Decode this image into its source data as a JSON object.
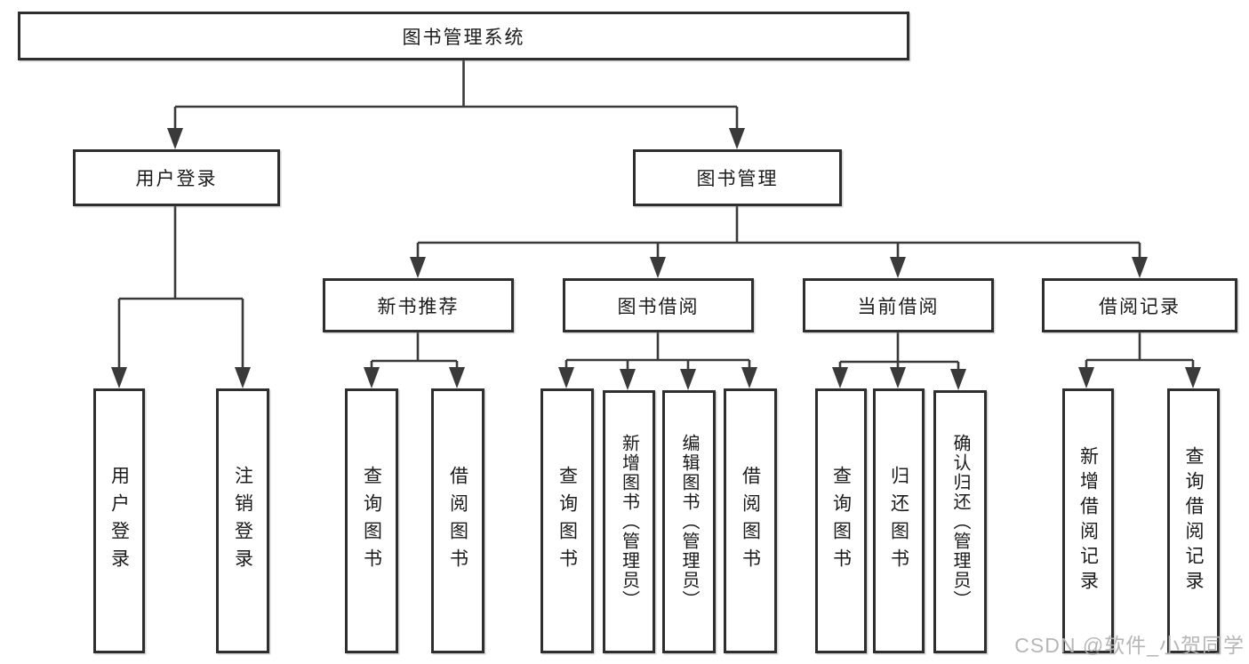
{
  "diagram_title": "图书管理系统",
  "tree": {
    "root": {
      "label": "图书管理系统"
    },
    "children": [
      {
        "label": "用户登录",
        "children": [
          {
            "label": "用户登录"
          },
          {
            "label": "注销登录"
          }
        ]
      },
      {
        "label": "图书管理",
        "children": [
          {
            "label": "新书推荐",
            "children": [
              {
                "label": "查询图书"
              },
              {
                "label": "借阅图书"
              }
            ]
          },
          {
            "label": "图书借阅",
            "children": [
              {
                "label": "查询图书"
              },
              {
                "label": "新增图书（管理员）"
              },
              {
                "label": "编辑图书（管理员）"
              },
              {
                "label": "借阅图书"
              }
            ]
          },
          {
            "label": "当前借阅",
            "children": [
              {
                "label": "查询图书"
              },
              {
                "label": "归还图书"
              },
              {
                "label": "确认归还（管理员）"
              }
            ]
          },
          {
            "label": "借阅记录",
            "children": [
              {
                "label": "新增借阅记录"
              },
              {
                "label": "查询借阅记录"
              }
            ]
          }
        ]
      }
    ]
  },
  "watermark": {
    "text": "CSDN @软件_小贺同学"
  },
  "colors": {
    "line": "#3a3a3a",
    "box_border": "#2e2e2e",
    "text": "#1b1b1b",
    "watermark": "#b2b2b2",
    "background": "#ffffff"
  }
}
